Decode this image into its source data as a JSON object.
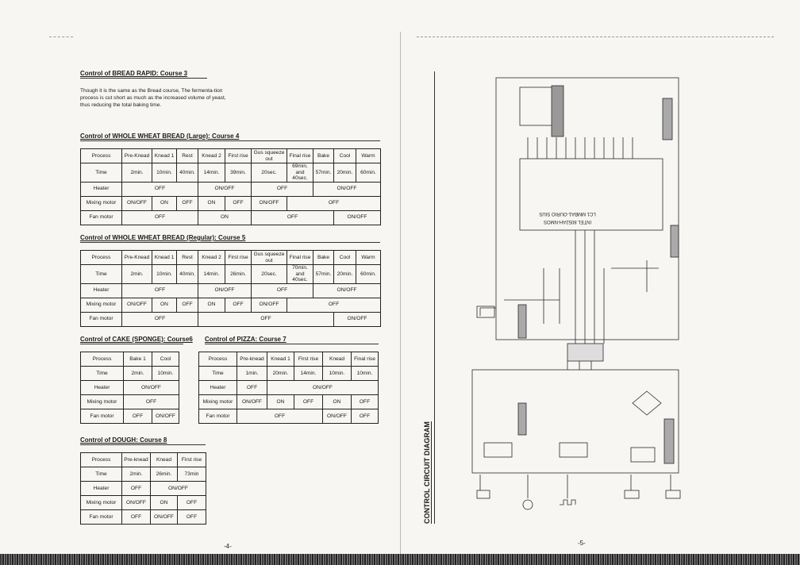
{
  "left_page": {
    "number": "-4-",
    "sections": [
      {
        "id": "bread_rapid",
        "heading": "Control of BREAD RAPID: Course 3",
        "text": "Though it is the same as the Bread course, The fermenta-tion process is cut short as much as the increased volume of yeast, thus reducing the total baking time."
      },
      {
        "id": "ww_large",
        "heading": "Control of WHOLE WHEAT BREAD (Large): Course 4",
        "table": {
          "header": [
            "Process",
            "Pre-Knead",
            "Knead 1",
            "Rest",
            "Knead 2",
            "First rise",
            "Gus squeeze out",
            "Final rise",
            "Bake",
            "Cool",
            "Warm"
          ],
          "time": [
            "Time",
            "2min.",
            "10min.",
            "40min.",
            "14min.",
            "39min.",
            "20sec.",
            "69min. and 40sec.",
            "57min.",
            "20min.",
            "60min."
          ],
          "heater": [
            "Heater",
            "OFF",
            "ON/OFF",
            "OFF",
            "ON/OFF"
          ],
          "mixing": [
            "Mixing motor",
            "ON/OFF",
            "ON",
            "OFF",
            "ON",
            "OFF",
            "ON/OFF",
            "OFF"
          ],
          "fan": [
            "Fan motor",
            "OFF",
            "ON",
            "OFF",
            "ON/OFF"
          ]
        }
      },
      {
        "id": "ww_regular",
        "heading": "Control of WHOLE WHEAT BREAD (Regular): Course 5",
        "table": {
          "header": [
            "Process",
            "Pre-Knead",
            "Knead 1",
            "Rest",
            "Knead 2",
            "First rise",
            "Gus squeeze out",
            "Final rise",
            "Bake",
            "Cool",
            "Warm"
          ],
          "time": [
            "Time",
            "2min.",
            "10min.",
            "40min.",
            "14min.",
            "26min.",
            "20sec.",
            "70min. and 40sec.",
            "57min.",
            "20min.",
            "60min."
          ],
          "heater": [
            "Heater",
            "OFF",
            "ON/OFF",
            "OFF",
            "ON/OFF"
          ],
          "mixing": [
            "Mixing motor",
            "ON/OFF",
            "ON",
            "OFF",
            "ON",
            "OFF",
            "ON/OFF",
            "OFF"
          ],
          "fan": [
            "Fan motor",
            "OFF",
            "OFF",
            "ON/OFF"
          ]
        }
      },
      {
        "id": "cake",
        "heading": "Control of CAKE (SPONGE): Course6",
        "table": {
          "header": [
            "Process",
            "Bake 1",
            "Cool"
          ],
          "time": [
            "Time",
            "2min.",
            "10min."
          ],
          "heater": [
            "Heater",
            "ON/OFF"
          ],
          "mixing": [
            "Mixing motor",
            "OFF"
          ],
          "fan": [
            "Fan motor",
            "OFF",
            "ON/OFF"
          ]
        }
      },
      {
        "id": "pizza",
        "heading": "Control of PIZZA: Course 7",
        "table": {
          "header": [
            "Process",
            "Pre-knead",
            "Knead 1",
            "First rise",
            "Knead",
            "Final rise"
          ],
          "time": [
            "Time",
            "1min.",
            "20min.",
            "14min.",
            "10min.",
            "10min."
          ],
          "heater": [
            "Heater",
            "OFF",
            "ON/OFF"
          ],
          "mixing": [
            "Mixing motor",
            "ON/OFF",
            "ON",
            "OFF",
            "ON",
            "OFF"
          ],
          "fan": [
            "Fan motor",
            "OFF",
            "ON/OFF",
            "OFF"
          ]
        }
      },
      {
        "id": "dough",
        "heading": "Control of DOUGH: Course 8",
        "table": {
          "header": [
            "Process",
            "Pre-knead",
            "Knead",
            "First rise"
          ],
          "time": [
            "Time",
            "2min.",
            "26min.",
            "73min"
          ],
          "heater": [
            "Heater",
            "OFF",
            "ON/OFF"
          ],
          "mixing": [
            "Mixing motor",
            "ON/OFF",
            "ON",
            "OFF"
          ],
          "fan": [
            "Fan motor",
            "OFF",
            "ON/OFF",
            "OFF"
          ]
        }
      }
    ]
  },
  "right_page": {
    "number": "-5-",
    "title": "CONTROL CIRCUIT DIAGRAM",
    "chip_label_1": "INTEL 8052AH-NMOS",
    "chip_label_2": "LC1 MMBA1-OURIO SIUS"
  }
}
